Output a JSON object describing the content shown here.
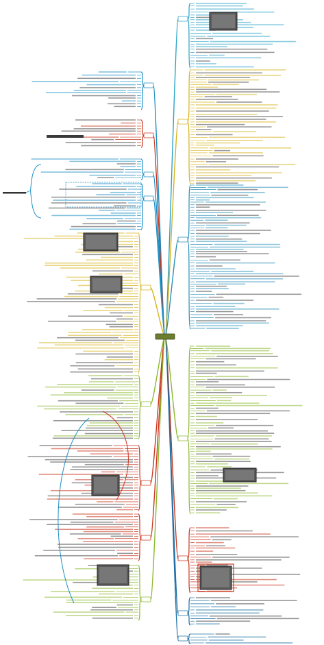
{
  "central_topic": {
    "label": "",
    "color": "#6b7d2e"
  },
  "branches": [
    {
      "id": "r1",
      "side": "right",
      "color": "#2aa3c7",
      "label": ""
    },
    {
      "id": "r2",
      "side": "right",
      "color": "#d6b21e",
      "label": ""
    },
    {
      "id": "r3",
      "side": "right",
      "color": "#2a8fb8",
      "label": ""
    },
    {
      "id": "r4",
      "side": "right",
      "color": "#8bb82e",
      "label": ""
    },
    {
      "id": "r5",
      "side": "right",
      "color": "#c8361e",
      "label": ""
    },
    {
      "id": "r6",
      "side": "right",
      "color": "#1e6fa3",
      "label": ""
    },
    {
      "id": "l1",
      "side": "left",
      "color": "#1e8fc4",
      "label": ""
    },
    {
      "id": "l2",
      "side": "left",
      "color": "#c8361e",
      "label": ""
    },
    {
      "id": "l3",
      "side": "left",
      "color": "#1e8fc4",
      "label": ""
    },
    {
      "id": "l4",
      "side": "left",
      "color": "#8bb82e",
      "label": ""
    },
    {
      "id": "l5",
      "side": "left",
      "color": "#d6b21e",
      "label": ""
    },
    {
      "id": "l6",
      "side": "left",
      "color": "#c8361e",
      "label": ""
    },
    {
      "id": "l7",
      "side": "left",
      "color": "#8bb82e",
      "label": ""
    }
  ],
  "colors": {
    "blue": "#1e8fc4",
    "teal": "#2aa3c7",
    "yellow": "#d6b21e",
    "green": "#8bb82e",
    "red": "#c8361e",
    "olive": "#6b7d2e",
    "text": "#444444"
  }
}
